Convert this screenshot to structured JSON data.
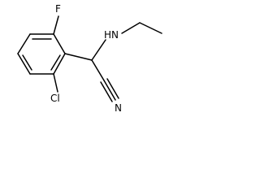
{
  "molecule": {
    "atoms": {
      "fluorine": "F",
      "amine": "HN",
      "nitrile_nitrogen": "N",
      "chlorine": "Cl"
    },
    "colors": {
      "bond": "#000000",
      "label": "#000000",
      "background": "#ffffff"
    }
  }
}
